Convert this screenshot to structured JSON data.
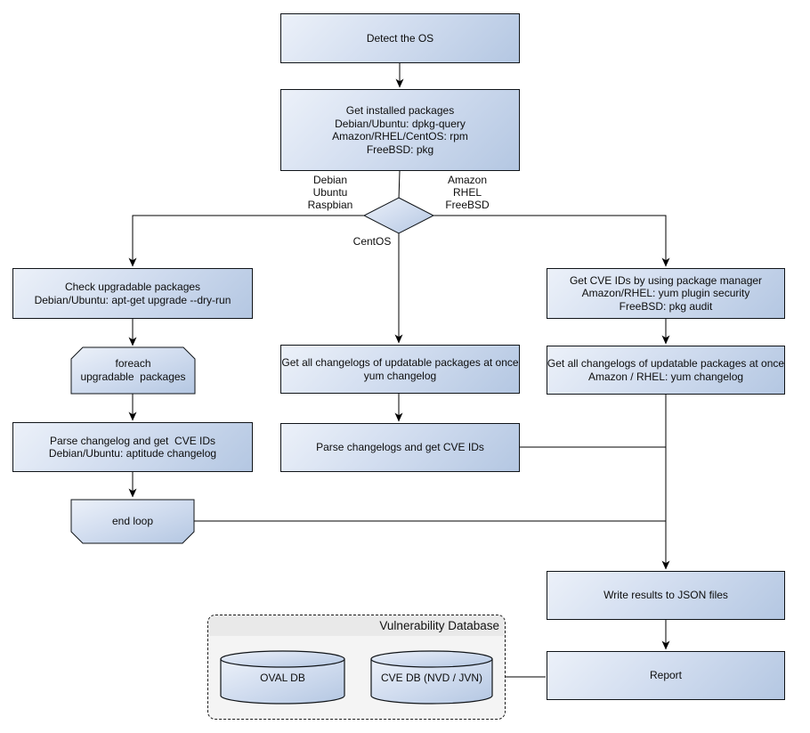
{
  "colors": {
    "node_fill_light": "#ecf1f9",
    "node_fill_dark": "#b4c7e2",
    "node_border": "#101418",
    "connector": "#000000",
    "db_frame_fill": "#f4f4f4",
    "db_frame_header": "#e9e9e9"
  },
  "nodes": {
    "detect_os": {
      "lines": [
        "Detect the OS"
      ]
    },
    "get_installed": {
      "lines": [
        "Get installed packages",
        "Debian/Ubuntu: dpkg-query",
        "Amazon/RHEL/CentOS: rpm",
        "FreeBSD: pkg"
      ]
    },
    "check_upgradable": {
      "lines": [
        "Check upgradable packages",
        "Debian/Ubuntu: apt-get upgrade --dry-run"
      ]
    },
    "foreach_loop": {
      "lines": [
        "foreach",
        "upgradable  packages"
      ]
    },
    "parse_changelog_deb": {
      "lines": [
        "Parse changelog and get  CVE IDs",
        "Debian/Ubuntu: aptitude changelog"
      ]
    },
    "end_loop": {
      "lines": [
        "end loop"
      ]
    },
    "get_changelogs_centos": {
      "lines": [
        "Get all changelogs of updatable packages at once",
        "yum changelog"
      ]
    },
    "parse_changelogs_centos": {
      "lines": [
        "Parse changelogs and get CVE IDs"
      ]
    },
    "get_cve_pkg_mgr": {
      "lines": [
        "Get CVE IDs by using package manager",
        "Amazon/RHEL: yum plugin security",
        "FreeBSD: pkg audit"
      ]
    },
    "get_changelogs_amazon": {
      "lines": [
        "Get all changelogs of updatable packages at once",
        "Amazon / RHEL: yum changelog"
      ]
    },
    "write_json": {
      "lines": [
        "Write results to JSON files"
      ]
    },
    "report": {
      "lines": [
        "Report"
      ]
    }
  },
  "branch_labels": {
    "left": {
      "lines": [
        "Debian",
        "Ubuntu",
        "Raspbian"
      ]
    },
    "right": {
      "lines": [
        "Amazon",
        "RHEL",
        "FreeBSD"
      ]
    },
    "bottom": "CentOS"
  },
  "vuln_db": {
    "title": "Vulnerability Database",
    "oval_db": "OVAL DB",
    "cve_db": "CVE DB (NVD / JVN)"
  }
}
